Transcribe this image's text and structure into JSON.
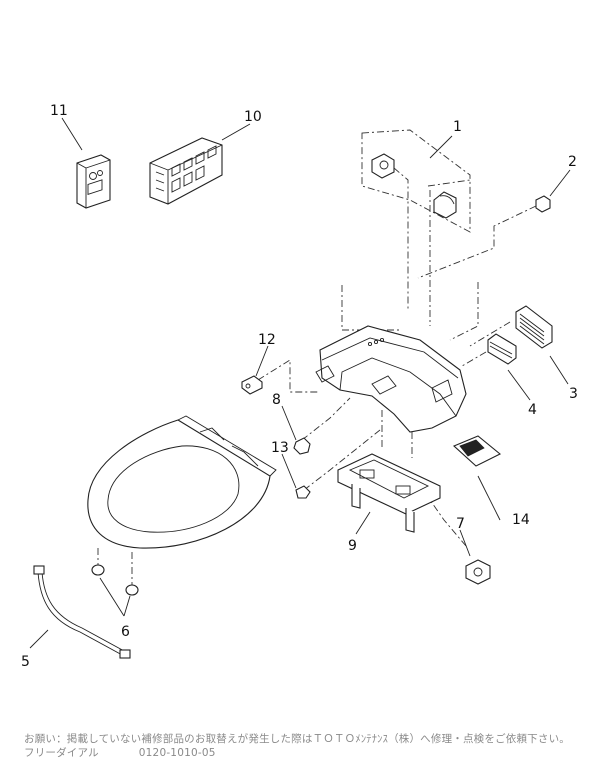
{
  "callouts": {
    "p1": "1",
    "p2": "2",
    "p3": "3",
    "p4": "4",
    "p5": "5",
    "p6": "6",
    "p7": "7",
    "p8": "8",
    "p9": "9",
    "p10": "10",
    "p11": "11",
    "p12": "12",
    "p13": "13",
    "p14": "14"
  },
  "footer": {
    "notice": "お願い：掲載していない補修部品のお取替えが発生した際はＴＯＴＯﾒﾝﾃﾅﾝｽ（株）へ修理・点検をご依頼下さい。",
    "freedial_label": "フリーダイアル",
    "freedial_number": "0120-1010-05"
  },
  "colors": {
    "line": "#222222",
    "footer_text": "#8a8a8a",
    "background": "#ffffff"
  }
}
